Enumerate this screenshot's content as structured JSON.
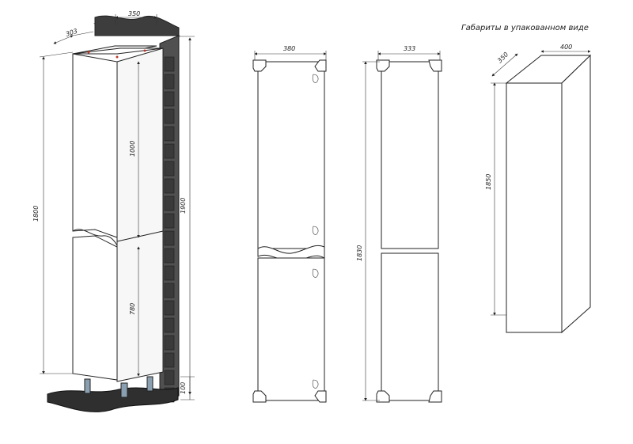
{
  "caption": "Габариты в упакованном виде",
  "iso_view": {
    "depth": "303",
    "width": "350",
    "height_body": "1800",
    "height_upper": "1000",
    "height_lower": "780",
    "height_total": "1900",
    "height_legs": "100"
  },
  "front_view": {
    "width": "380"
  },
  "inner_view": {
    "width": "333",
    "height": "1830"
  },
  "package_view": {
    "depth": "350",
    "width": "400",
    "height": "1850"
  }
}
